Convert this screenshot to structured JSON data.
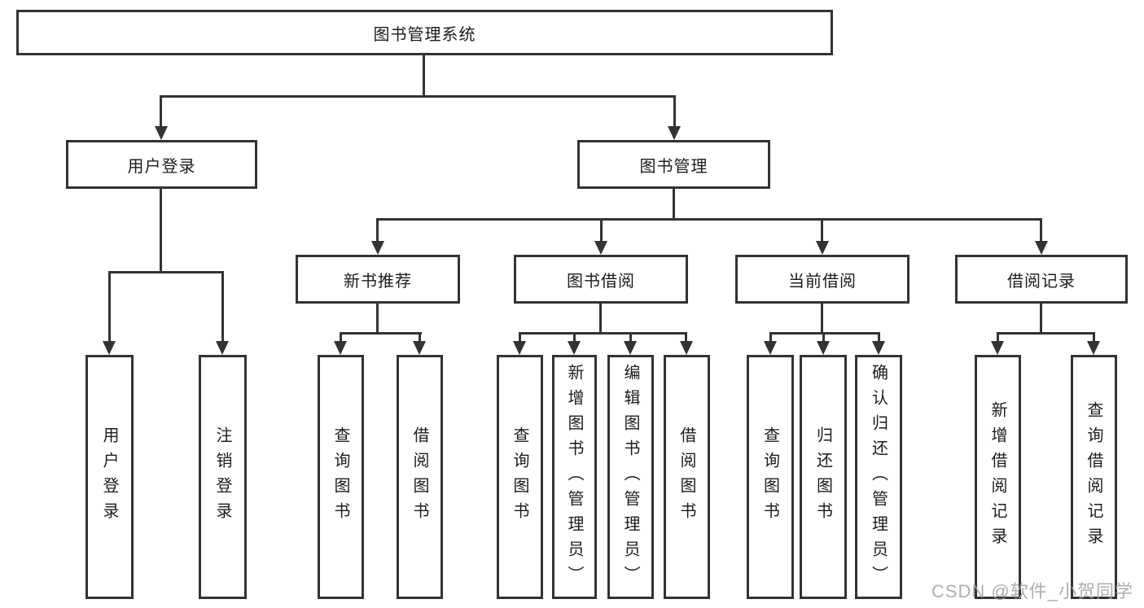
{
  "colors": {
    "line": "#333333",
    "text": "#1c1c1c",
    "bg": "#ffffff",
    "watermark": "#a0a0a0"
  },
  "watermark": "CSDN @软件_小贺同学",
  "tree": {
    "root": {
      "label": "图书管理系统"
    },
    "branches": [
      {
        "label": "用户登录",
        "children": [
          {
            "label": "用户登录"
          },
          {
            "label": "注销登录"
          }
        ]
      },
      {
        "label": "图书管理",
        "children": [
          {
            "label": "新书推荐",
            "children": [
              {
                "label": "查询图书"
              },
              {
                "label": "借阅图书"
              }
            ]
          },
          {
            "label": "图书借阅",
            "children": [
              {
                "label": "查询图书"
              },
              {
                "label": "新增图书（管理员）"
              },
              {
                "label": "编辑图书（管理员）"
              },
              {
                "label": "借阅图书"
              }
            ]
          },
          {
            "label": "当前借阅",
            "children": [
              {
                "label": "查询图书"
              },
              {
                "label": "归还图书"
              },
              {
                "label": "确认归还（管理员）"
              }
            ]
          },
          {
            "label": "借阅记录",
            "children": [
              {
                "label": "新增借阅记录"
              },
              {
                "label": "查询借阅记录"
              }
            ]
          }
        ]
      }
    ]
  }
}
